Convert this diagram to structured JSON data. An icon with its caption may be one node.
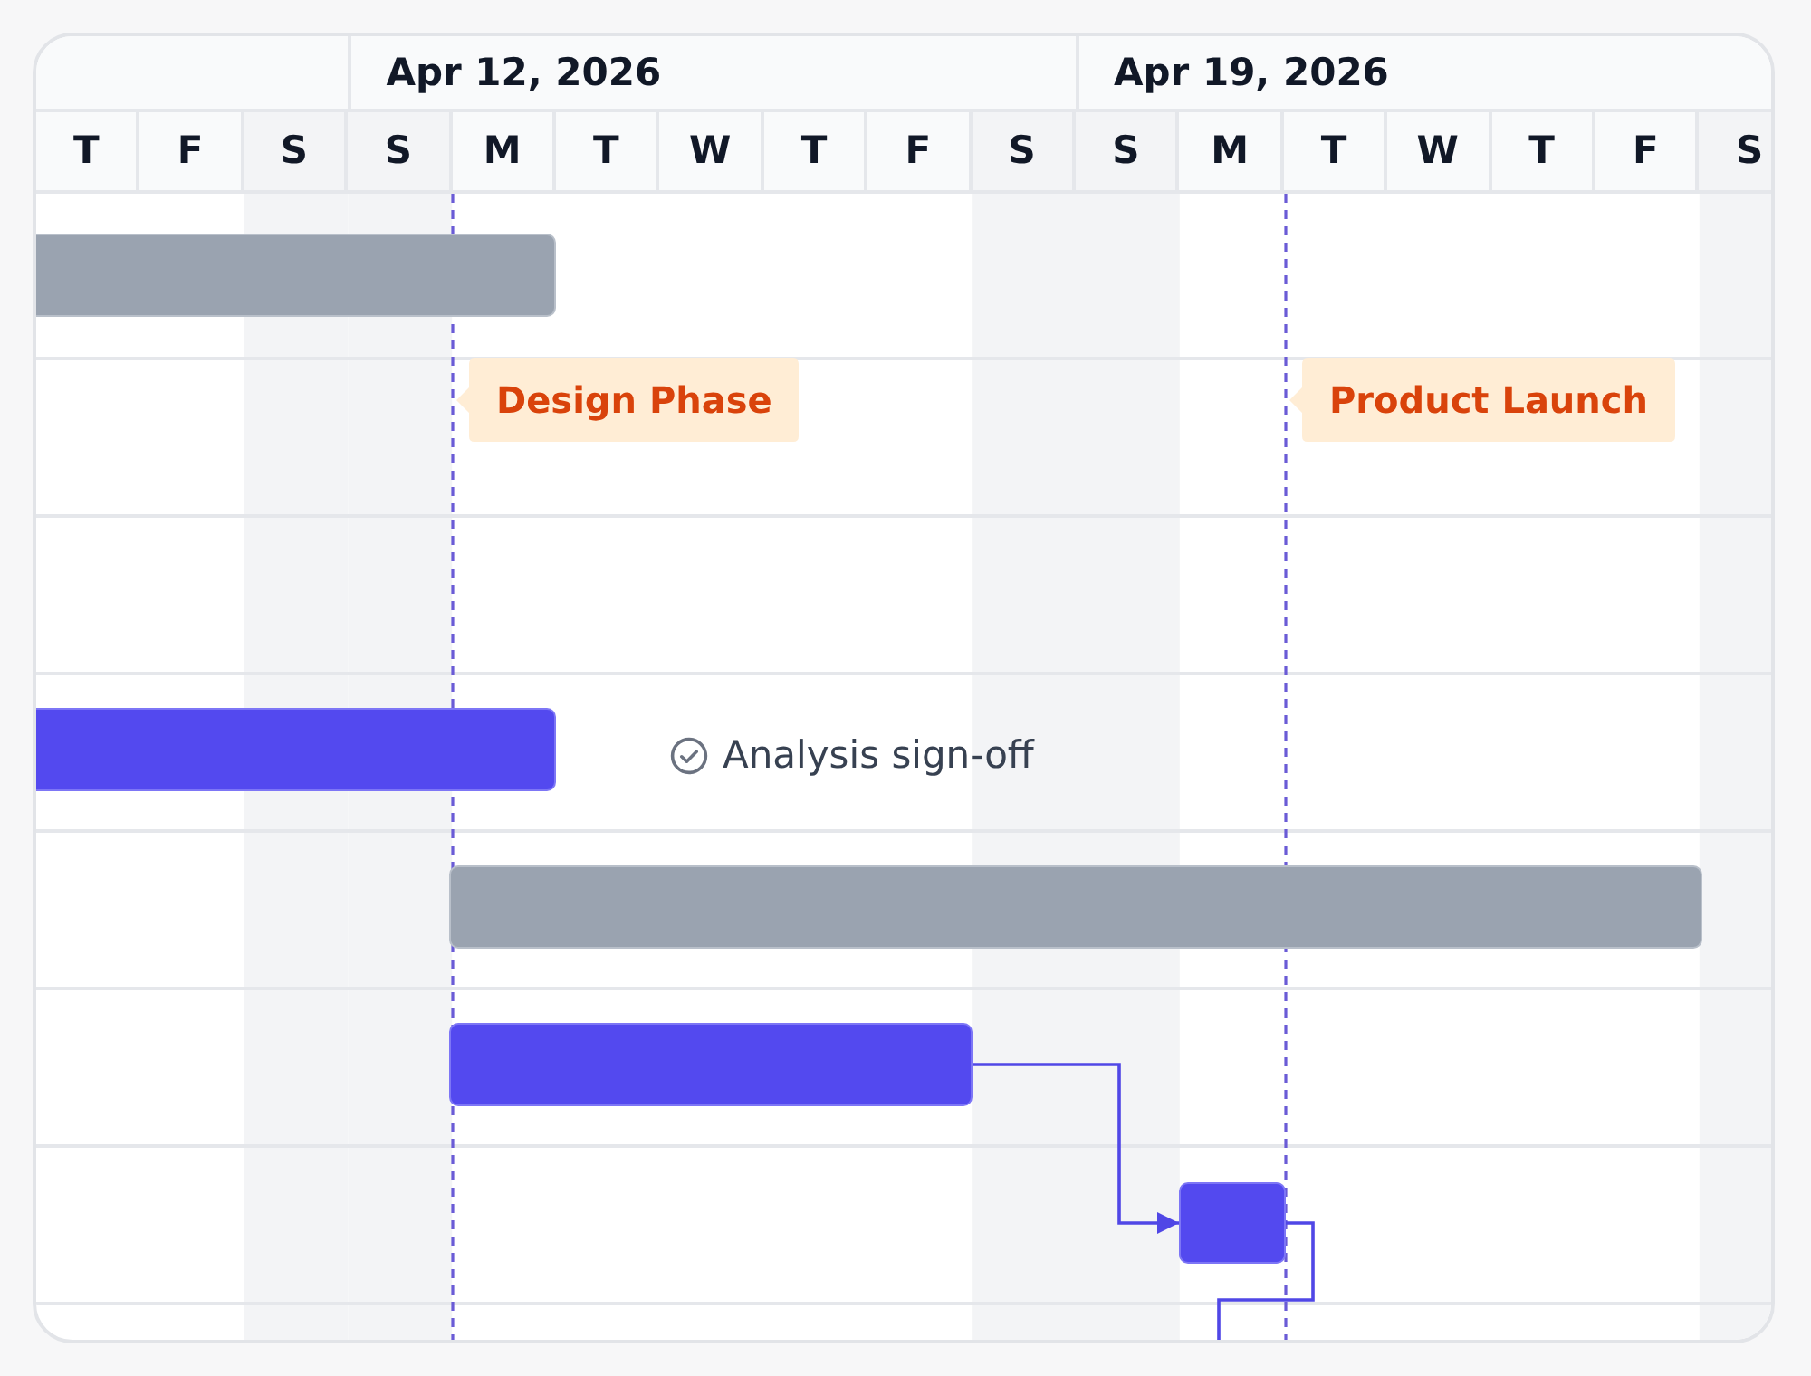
{
  "diagram": {
    "nodes": [
      {
        "text": [],
        "shape": "bar"
      },
      {
        "text": [
          "Design Phase"
        ]
      },
      {
        "text": [
          "Product Launch"
        ]
      },
      {
        "text": [],
        "shape": "bar"
      },
      {
        "text": [],
        "shape": "bar"
      },
      {
        "text": [],
        "shape": "bar"
      },
      {
        "text": [],
        "shape": "bar"
      }
    ],
    "edges": [
      {
        "from": 5,
        "to": 6,
        "arrow": "to"
      },
      {
        "from": 6,
        "to": null,
        "arrow": "none"
      }
    ],
    "labels": [
      "Apr 12, 2026",
      "Apr 19, 2026",
      "T",
      "F",
      "S",
      "S",
      "M",
      "T",
      "W",
      "T",
      "F",
      "S",
      "S",
      "M",
      "T",
      "W",
      "T",
      "F",
      "S",
      "Analysis sign-off"
    ]
  }
}
